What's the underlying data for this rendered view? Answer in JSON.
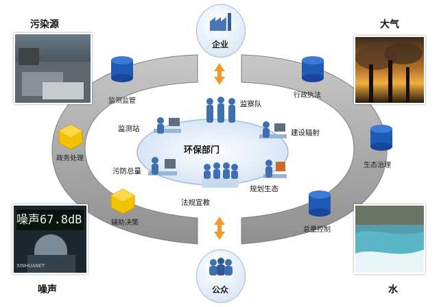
{
  "corners": {
    "top_left": "污染源",
    "top_right": "大气",
    "bottom_left": "噪声",
    "bottom_right": "水"
  },
  "circles": {
    "top": "企业",
    "bottom": "公众"
  },
  "center": "环保部门",
  "ring_labels": {
    "monitoring_supervision": "监测监管",
    "admin_enforcement": "行政执法",
    "government_affairs": "政务处理",
    "eco_governance": "生态治理",
    "decision_support": "辅助决策",
    "total_control": "总量控制"
  },
  "roles": {
    "inspection_team": "监察队",
    "monitoring_station": "监测站",
    "construction_radiation": "建设辐射",
    "pollution_total": "污防总量",
    "planning_ecology": "规划生态",
    "law_education": "法规宣教"
  },
  "noise_sign": "噪声67.8dB",
  "watermark": "XINHUANET",
  "colors": {
    "ring": "#a6a6a6",
    "db_blue": "#1f5bb5",
    "hex_yellow": "#f2c200",
    "circle_blue": "#cfe2f3",
    "center_ellipse": "#e3eefa"
  }
}
